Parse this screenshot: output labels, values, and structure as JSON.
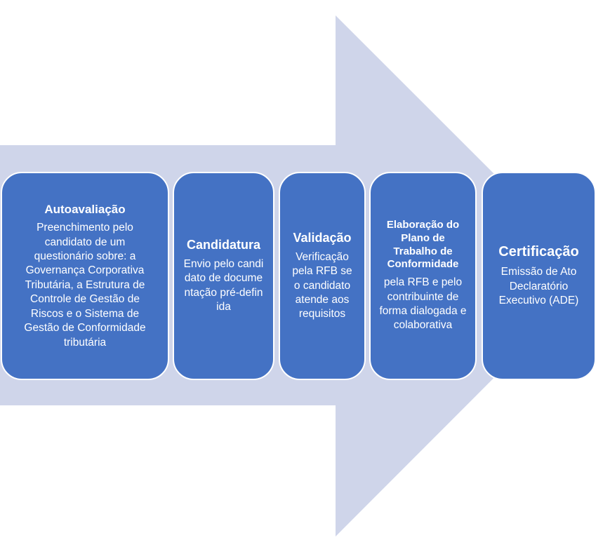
{
  "colors": {
    "arrow": "#CFD5EA",
    "box": "#4472C4",
    "text": "#FFFFFF"
  },
  "steps": [
    {
      "title": "Autoavaliação",
      "body": "Preenchimento pelo candidato de um questionário sobre: a Governança Corporativa Tributária,  a Estrutura de Controle de Gestão de Riscos e o  Sistema de Gestão de Conformidade tributária"
    },
    {
      "title": "Candidatura",
      "body": "Envio pelo candidato de documentação pré-definida"
    },
    {
      "title": "Validação",
      "body": "Verificação pela RFB se o candidato atende aos requisitos"
    },
    {
      "title": "Elaboração do Plano de Trabalho de Conformidade",
      "body": "pela RFB e pelo contribuinte de forma dialogada e colaborativa"
    },
    {
      "title": "Certificação",
      "body": "Emissão de Ato Declaratório Executivo (ADE)"
    }
  ]
}
